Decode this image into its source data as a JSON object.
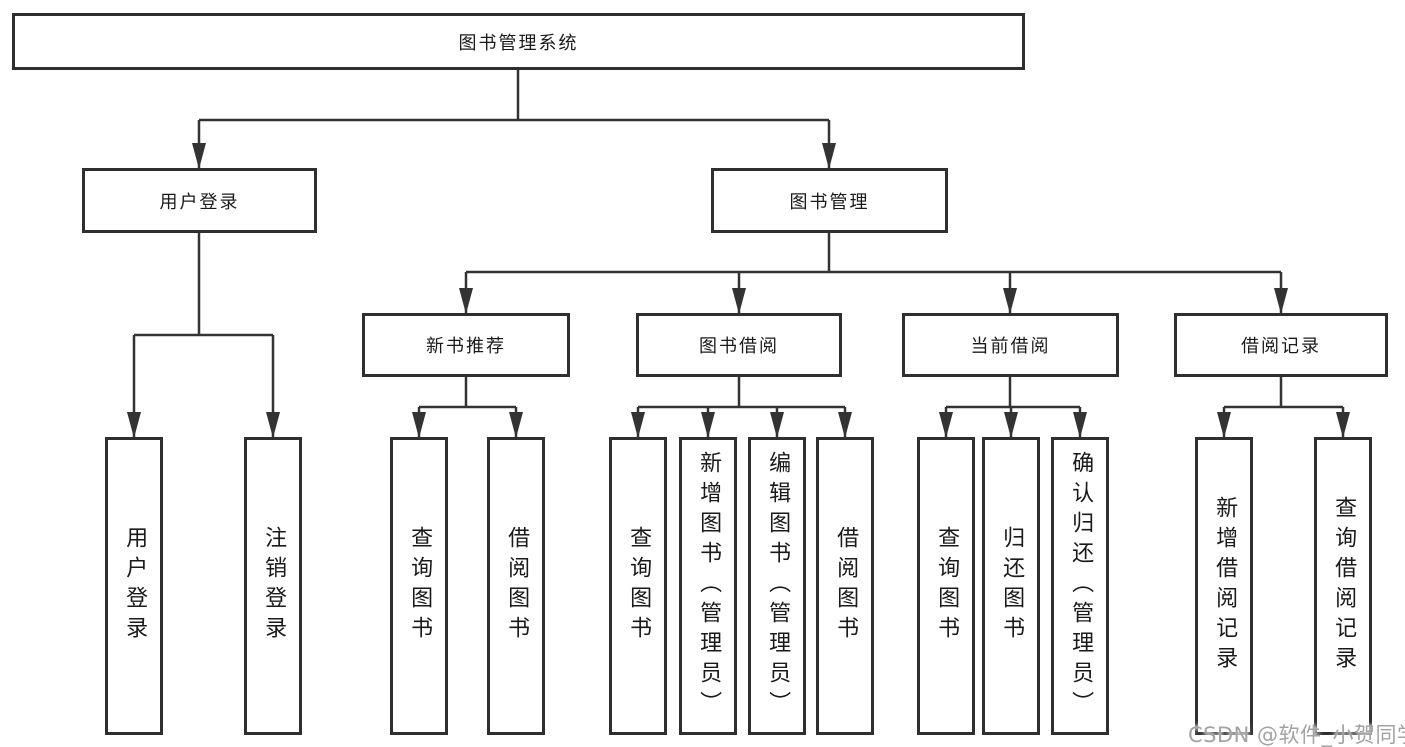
{
  "diagram": {
    "nodes": {
      "root": "图书管理系统",
      "user_login": "用户登录",
      "book_mgmt": "图书管理",
      "new_book_rec": "新书推荐",
      "book_borrow": "图书借阅",
      "current_borrow": "当前借阅",
      "borrow_record": "借阅记录",
      "ul_login": "用户登录",
      "ul_logout": "注销登录",
      "nb_query": "查询图书",
      "nb_borrow": "借阅图书",
      "bb_query": "查询图书",
      "bb_add": "新增图书（管理员）",
      "bb_edit": "编辑图书（管理员）",
      "bb_borrow": "借阅图书",
      "cb_query": "查询图书",
      "cb_return": "归还图书",
      "cb_confirm": "确认归还（管理员）",
      "br_add": "新增借阅记录",
      "br_query": "查询借阅记录"
    },
    "structure": {
      "图书管理系统": {
        "用户登录": [
          "用户登录",
          "注销登录"
        ],
        "图书管理": {
          "新书推荐": [
            "查询图书",
            "借阅图书"
          ],
          "图书借阅": [
            "查询图书",
            "新增图书（管理员）",
            "编辑图书（管理员）",
            "借阅图书"
          ],
          "当前借阅": [
            "查询图书",
            "归还图书",
            "确认归还（管理员）"
          ],
          "借阅记录": [
            "新增借阅记录",
            "查询借阅记录"
          ]
        }
      }
    },
    "colors": {
      "line": "#333333",
      "box_border": "#2f2f2f",
      "text": "#1a1a1a",
      "watermark": "#a3a3a3"
    }
  },
  "watermark": "CSDN @软件_小贺同学"
}
